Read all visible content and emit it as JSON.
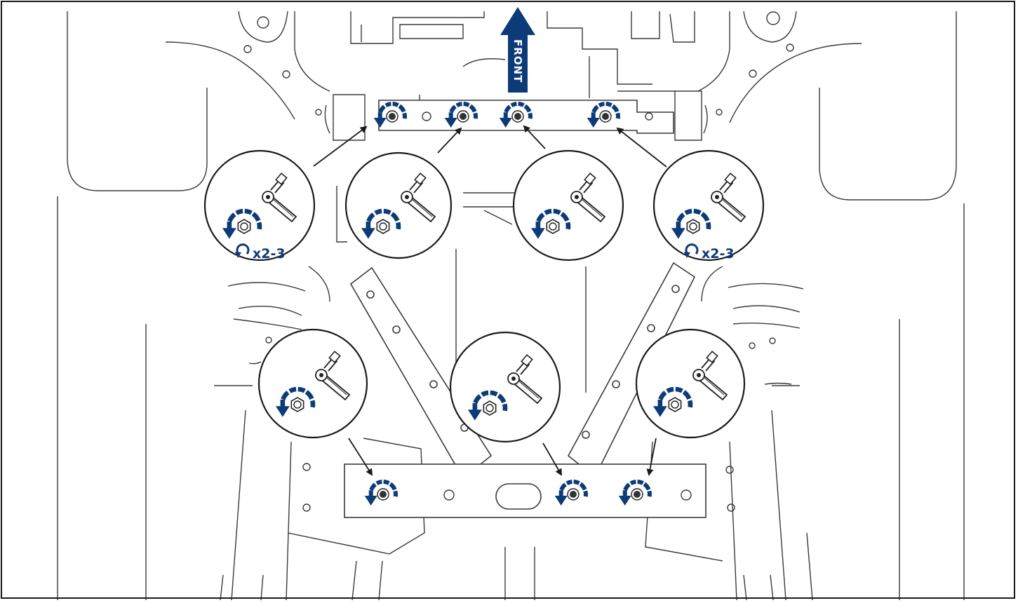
{
  "colors": {
    "accent": "#0d3b78",
    "line": "#3a3a3a",
    "frame": "#1a1a1a",
    "background": "#ffffff"
  },
  "direction": {
    "label": "FRONT"
  },
  "callouts": [
    {
      "id": "front-left-outer",
      "bolt": "front-bolt-1",
      "repeat": "x2-3"
    },
    {
      "id": "front-left-inner",
      "bolt": "front-bolt-2"
    },
    {
      "id": "front-right-inner",
      "bolt": "front-bolt-3"
    },
    {
      "id": "front-right-outer",
      "bolt": "front-bolt-4",
      "repeat": "x2-3"
    },
    {
      "id": "rear-left",
      "bolt": "rear-bolt-1"
    },
    {
      "id": "rear-center",
      "bolt": "rear-bolt-2"
    },
    {
      "id": "rear-right",
      "bolt": "rear-bolt-3"
    }
  ],
  "icons": {
    "tool": "ratchet-wrench-icon",
    "rotation": "counterclockwise-arrow-icon",
    "repeat": "repeat-rotation-icon"
  }
}
